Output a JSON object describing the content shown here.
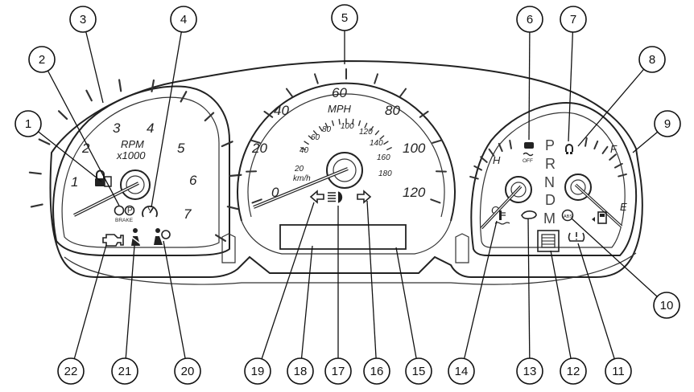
{
  "tachometer": {
    "scale_labels": [
      "1",
      "2",
      "3",
      "4",
      "5",
      "6",
      "7"
    ],
    "unit_line1": "RPM",
    "unit_line2": "x1000"
  },
  "speedometer": {
    "mph_labels": [
      "0",
      "20",
      "40",
      "60",
      "80",
      "100",
      "120"
    ],
    "mph_unit": "MPH",
    "kmh_labels": [
      "20",
      "40",
      "60",
      "80",
      "100",
      "120",
      "140",
      "160",
      "180"
    ],
    "kmh_unit": "km/h"
  },
  "temperature_gauge": {
    "hot": "H",
    "cold": "C"
  },
  "fuel_gauge": {
    "full": "F",
    "empty": "E"
  },
  "gear_indicator": [
    "P",
    "R",
    "N",
    "D",
    "M"
  ],
  "indicator_text": {
    "brake": "BRAKE",
    "traction_off": "OFF",
    "abs": "ABS"
  },
  "callouts": [
    "1",
    "2",
    "3",
    "4",
    "5",
    "6",
    "7",
    "8",
    "9",
    "10",
    "11",
    "12",
    "13",
    "14",
    "15",
    "16",
    "17",
    "18",
    "19",
    "20",
    "21",
    "22"
  ],
  "icons": {
    "1": "anti-theft-lock-icon",
    "2": "brake-warning-icon",
    "4": "speed-control-icon",
    "6": "traction-control-off-icon",
    "7": "tow-haul-icon",
    "10": "low-fuel-icon",
    "11": "tire-pressure-icon",
    "12": "center-display",
    "13": "check-fuel-cap-icon",
    "14": "coolant-temperature-icon",
    "16": "right-turn-signal-icon",
    "17": "high-beam-icon",
    "19": "left-turn-signal-icon",
    "20": "airbag-icon",
    "21": "seat-belt-icon",
    "22": "check-engine-icon"
  }
}
